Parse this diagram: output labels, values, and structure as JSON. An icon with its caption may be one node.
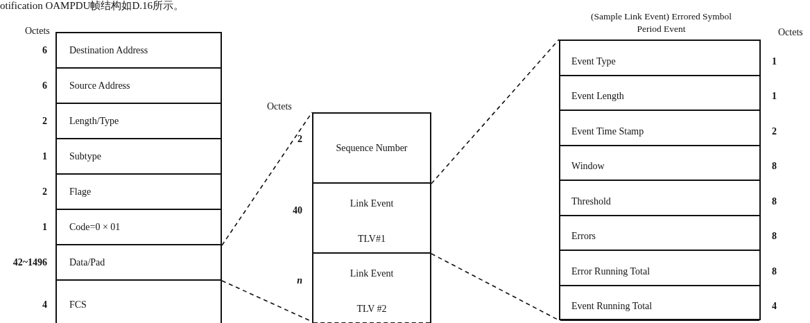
{
  "diagram": {
    "nodes": [
      {
        "text": [],
        "shape": "box"
      },
      {
        "text": [
          "Destination Address"
        ],
        "in": 0,
        "beside": [
          "6"
        ]
      },
      {
        "text": [
          "Source Address"
        ],
        "in": 0,
        "beside": [
          "6"
        ]
      },
      {
        "text": [
          "Length/Type"
        ],
        "in": 0,
        "beside": [
          "2"
        ]
      },
      {
        "text": [
          "Subtype"
        ],
        "in": 0,
        "beside": [
          "1"
        ]
      },
      {
        "text": [
          "Flage"
        ],
        "in": 0,
        "beside": [
          "2"
        ]
      },
      {
        "text": [
          "Code=0 × 01"
        ],
        "in": 0,
        "beside": [
          "1"
        ]
      },
      {
        "text": [
          "Data/Pad"
        ],
        "in": 0,
        "beside": [
          "42~1496"
        ]
      },
      {
        "text": [
          "FCS"
        ],
        "in": 0,
        "beside": [
          "4"
        ]
      },
      {
        "text": [],
        "shape": "box"
      },
      {
        "text": [
          "Sequence Number"
        ],
        "in": 9,
        "beside": [
          "2"
        ]
      },
      {
        "text": [
          "Link Event",
          "TLV#1"
        ],
        "in": 9,
        "beside": [
          "40"
        ]
      },
      {
        "text": [
          "Link Event",
          "TLV #2"
        ],
        "in": 9,
        "beside": [
          "*n*"
        ]
      },
      {
        "text": [
          "(Sample Link Event) Errored Symbol Period Event"
        ]
      },
      {
        "text": [
          "Event Type"
        ],
        "in": 13,
        "beside": [
          "1"
        ]
      },
      {
        "text": [
          "Event Length"
        ],
        "in": 13,
        "beside": [
          "1"
        ]
      },
      {
        "text": [
          "Event Time Stamp"
        ],
        "in": 13,
        "beside": [
          "2"
        ]
      },
      {
        "text": [
          "Window"
        ],
        "in": 13,
        "beside": [
          "8"
        ]
      },
      {
        "text": [
          "Threshold"
        ],
        "in": 13,
        "beside": [
          "8"
        ]
      },
      {
        "text": [
          "Errors"
        ],
        "in": 13,
        "beside": [
          "8"
        ]
      },
      {
        "text": [
          "Error Running Total"
        ],
        "in": 13,
        "beside": [
          "8"
        ]
      },
      {
        "text": [
          "Event Running Total"
        ],
        "in": 13,
        "beside": [
          "4"
        ]
      }
    ],
    "edges": [
      {
        "from": 7,
        "to": 9,
        "arrow": "none",
        "style": "dashed"
      },
      {
        "from": 7,
        "to": 9,
        "arrow": "none",
        "style": "dashed"
      },
      {
        "from": 11,
        "to": 13,
        "arrow": "none",
        "style": "dashed"
      },
      {
        "from": 11,
        "to": 13,
        "arrow": "none",
        "style": "dashed"
      }
    ],
    "labels": [
      "otification OAMPDU帧结构如D.16所示。",
      "Octets",
      "Octets",
      "Octets"
    ]
  }
}
